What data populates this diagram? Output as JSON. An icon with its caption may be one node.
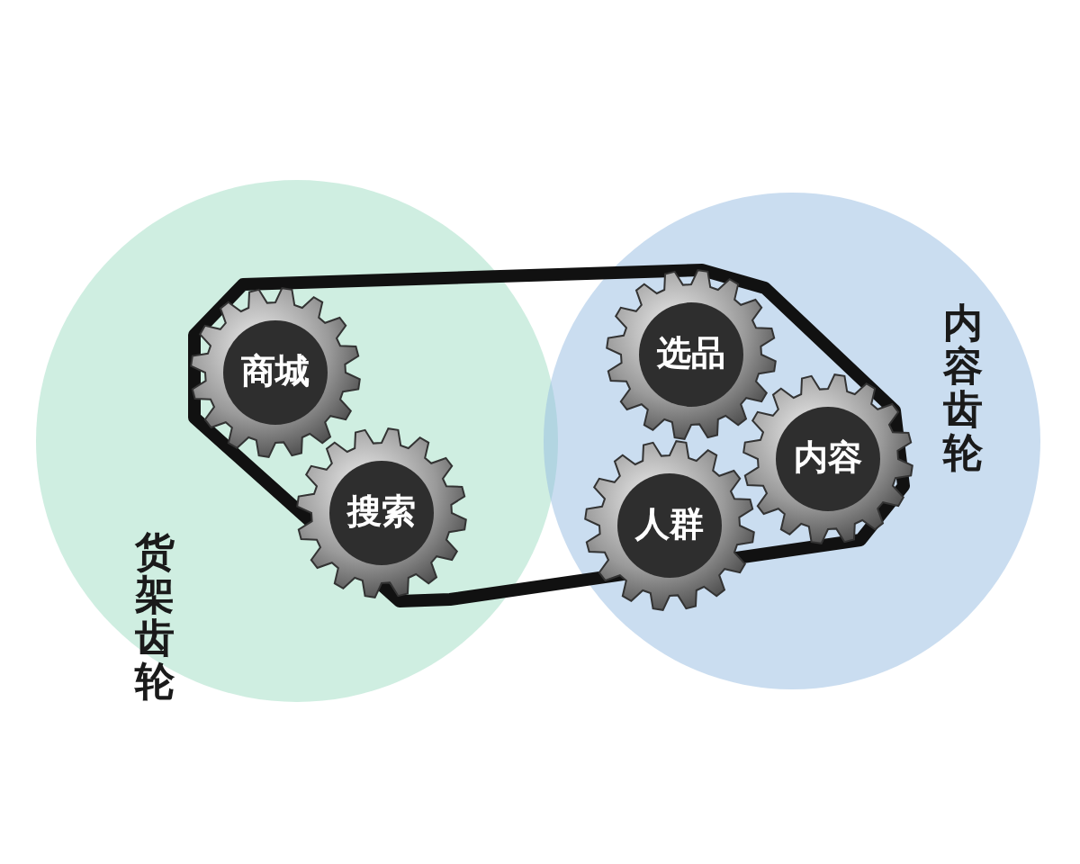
{
  "diagram": {
    "nodes": [
      {
        "text": [
          "货架齿轮"
        ]
      },
      {
        "text": [
          "内容齿轮"
        ]
      },
      {
        "text": [
          "商城"
        ],
        "in": 0
      },
      {
        "text": [
          "搜索"
        ],
        "in": 0
      },
      {
        "text": [
          "选品"
        ],
        "in": 1
      },
      {
        "text": [
          "内容"
        ],
        "in": 1
      },
      {
        "text": [
          "人群"
        ],
        "in": 1
      }
    ],
    "edges": []
  }
}
